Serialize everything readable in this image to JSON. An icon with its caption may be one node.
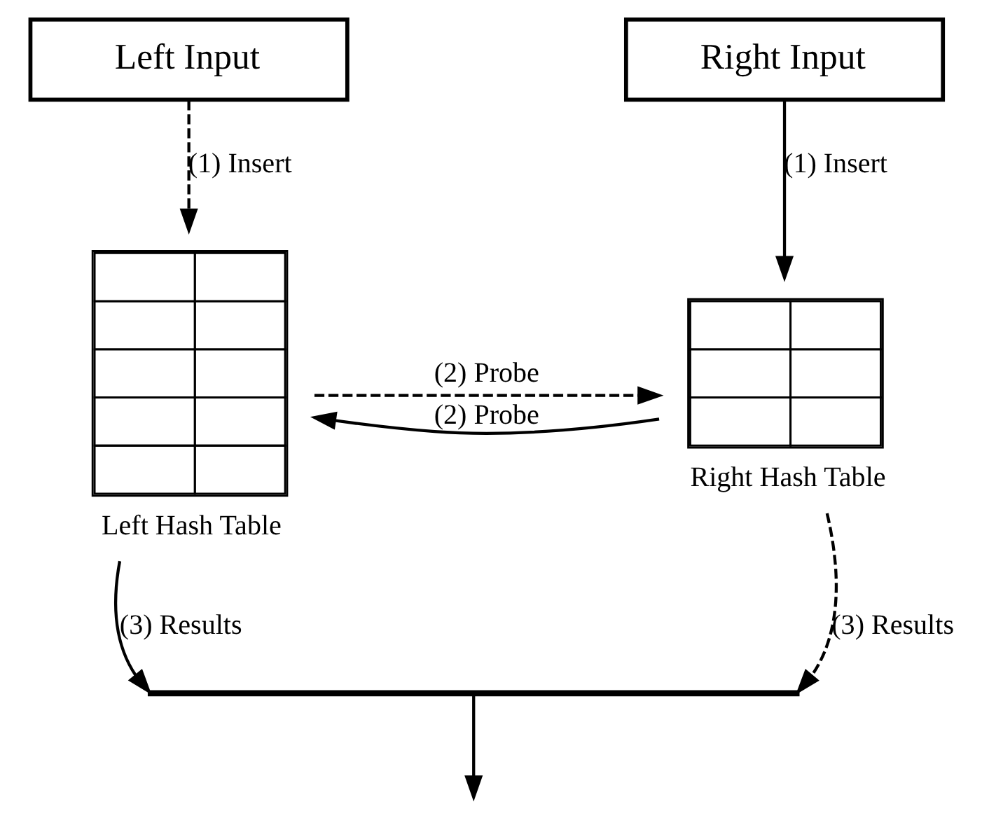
{
  "diagram": {
    "nodes": [
      {
        "text": [
          "Left Input"
        ]
      },
      {
        "text": [
          "Right Input"
        ]
      },
      {
        "text": [],
        "shape": "table",
        "beside": [
          "Left Hash Table"
        ]
      },
      {
        "text": [],
        "shape": "table",
        "beside": [
          "Right Hash Table"
        ]
      },
      {
        "text": [],
        "shape": "bar"
      }
    ],
    "edges": [
      {
        "from": 0,
        "to": 2,
        "arrow": "to",
        "label": "(1) Insert",
        "style": "dashed"
      },
      {
        "from": 1,
        "to": 3,
        "arrow": "to",
        "label": "(1) Insert"
      },
      {
        "from": 2,
        "to": 3,
        "arrow": "to",
        "label": "(2) Probe",
        "style": "dashed"
      },
      {
        "from": 3,
        "to": 2,
        "arrow": "to",
        "label": "(2) Probe"
      },
      {
        "from": 2,
        "to": 4,
        "arrow": "to",
        "label": "(3) Results"
      },
      {
        "from": 3,
        "to": 4,
        "arrow": "to",
        "label": "(3) Results",
        "style": "dashed"
      },
      {
        "from": 4,
        "to": null,
        "arrow": "to"
      }
    ]
  }
}
